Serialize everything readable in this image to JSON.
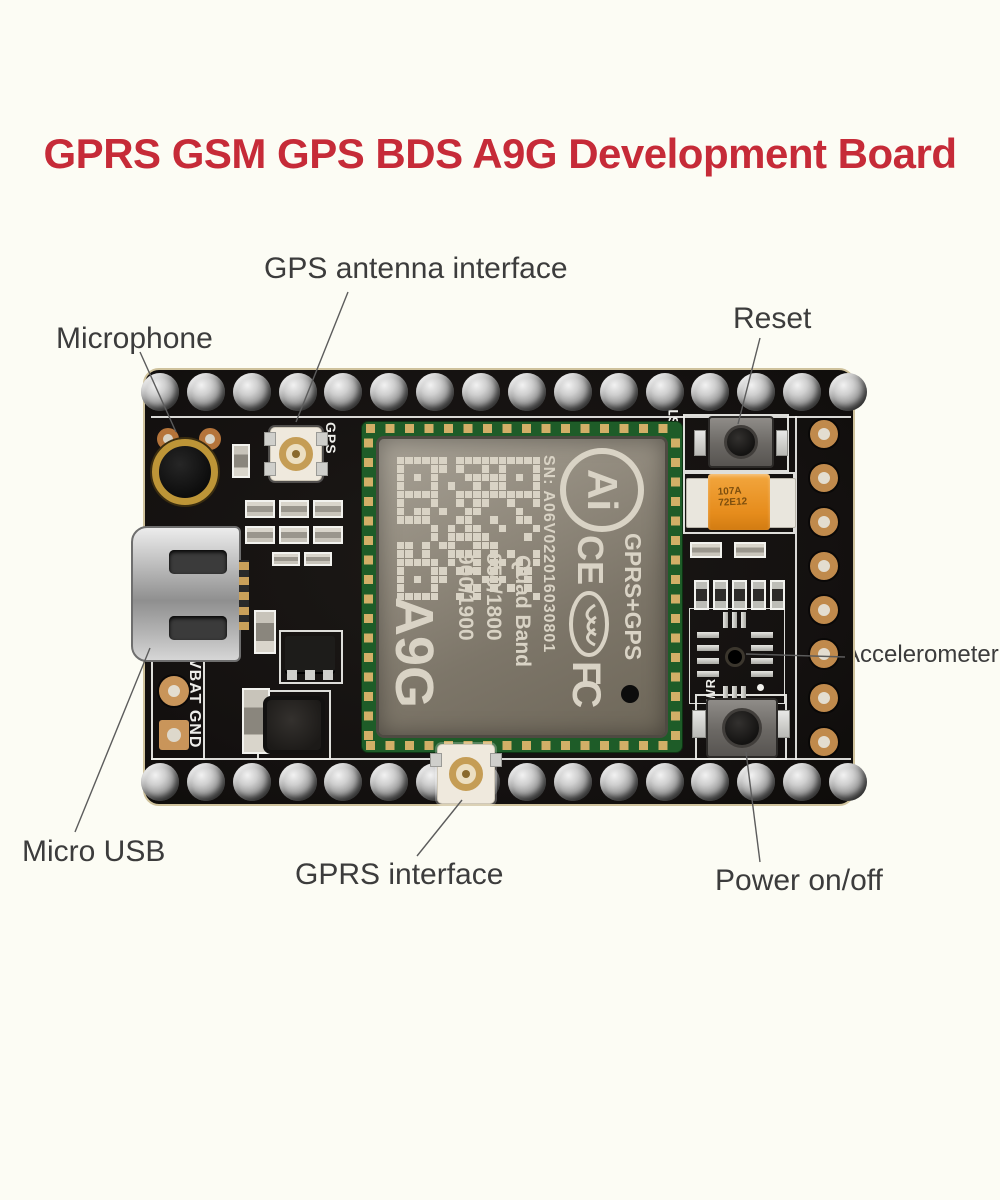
{
  "title": "GPRS GSM GPS BDS A9G Development Board",
  "callouts": {
    "gps_antenna": "GPS antenna interface",
    "microphone": "Microphone",
    "reset": "Reset",
    "accelerometer": "Accelerometer",
    "micro_usb": "Micro USB",
    "gprs_interface": "GPRS interface",
    "power": "Power on/off"
  },
  "silkscreen": {
    "gps": "GPS",
    "rst": "RST",
    "pwr": "PWR",
    "vbat_gnd": "VBAT GND"
  },
  "module": {
    "serial": "SN: A06V022016030801",
    "brand": "Ai",
    "radio": "GPRS+GPS",
    "model": "A9G",
    "band_type": "Quad Band",
    "bands_low": "850/1800",
    "bands_high": "900/1900",
    "cert_ce": "CE",
    "cert_fcc": "FC"
  },
  "components": {
    "cap_marking_line1": "107A",
    "cap_marking_line2": "72E12"
  },
  "colors": {
    "title_red": "#c62b38",
    "label_gray": "#3c3c3c",
    "board_black": "#141110",
    "module_green": "#1e5c28",
    "shield_gray": "#8d887b",
    "gold_pad": "#d2af67",
    "tantalum_orange": "#e68c1c",
    "background": "#fcfcf4"
  }
}
